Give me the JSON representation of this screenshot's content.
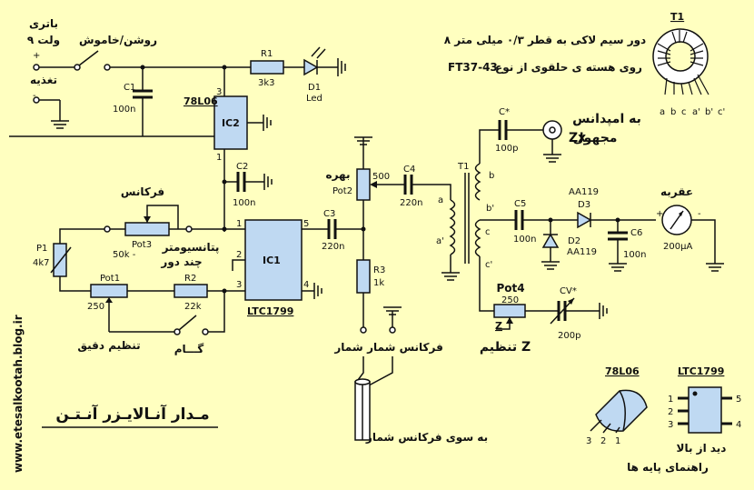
{
  "battery": {
    "line1": "باتری",
    "line2": "۹ ولت",
    "plus": "+",
    "minus": "-",
    "supply": "تغذیه"
  },
  "switch_power": "روشن/خاموش",
  "c1": {
    "name": "C1",
    "value": "100n"
  },
  "r1": {
    "name": "R1",
    "value": "3k3"
  },
  "d1": {
    "name": "D1",
    "type": "Led"
  },
  "ic2": {
    "name": "IC2",
    "part": "78L06",
    "pin3": "3",
    "pin1": "1"
  },
  "c2": {
    "name": "C2",
    "value": "100n"
  },
  "frequency_label": "فرکانس",
  "pot3": {
    "name": "Pot3",
    "value": "50k -"
  },
  "multiturn": {
    "line1": "پتانسیومتر",
    "line2": "چند دور"
  },
  "p1": {
    "name": "P1",
    "value": "4k7"
  },
  "ic1": {
    "name": "IC1",
    "part": "LTC1799",
    "pin1": "1",
    "pin2": "2",
    "pin3": "3",
    "pin4": "4",
    "pin5": "5"
  },
  "pot1": {
    "name": "Pot1",
    "value": "250"
  },
  "r2": {
    "name": "R2",
    "value": "22k"
  },
  "fine_tune": "تنظیم دقیق",
  "step": "گـــام",
  "gain": "بهره",
  "pot2": {
    "name": "Pot2",
    "value": "500"
  },
  "c3": {
    "name": "C3",
    "value": "220n"
  },
  "c4": {
    "name": "C4",
    "value": "220n"
  },
  "r3": {
    "name": "R3",
    "value": "1k"
  },
  "counter": {
    "left": "شمار",
    "right": "فرکانس شمار",
    "to": "به سوی فرکانس شمار"
  },
  "t1_label": "T1",
  "winding": {
    "line1": "۸ دور سیم لاکی به قطر ۰/۳ میلی متر",
    "line2": "روی هسته ی حلقوی از نوع",
    "core": "FT37-43"
  },
  "toroid_terminals": [
    "a",
    "b",
    "c",
    "a'",
    "b'",
    "c'"
  ],
  "cstar": {
    "name": "C*",
    "value": "100p"
  },
  "zx": {
    "line1": "به امپدانس",
    "line2": "مجهول",
    "name": "Zx"
  },
  "coil": {
    "a": "a",
    "a2": "a'",
    "b": "b",
    "b2": "b'",
    "c": "c",
    "c2": "c'",
    "t1": "T1"
  },
  "c5": {
    "name": "C5",
    "value": "100n"
  },
  "d3": {
    "name": "D3",
    "type": "AA119"
  },
  "d2": {
    "name": "D2",
    "type": "AA119"
  },
  "c6": {
    "name": "C6",
    "value": "100n"
  },
  "meter": {
    "title": "عقربه",
    "value": "200µA",
    "plus": "+",
    "minus": "-"
  },
  "pot4": {
    "name": "Pot4",
    "value": "250",
    "z": "Z"
  },
  "cv": {
    "name": "CV*",
    "value": "200p"
  },
  "z_adjust": "تنظیم Z",
  "pinout": {
    "part_a": "78L06",
    "part_b": "LTC1799",
    "pins_a": [
      "3",
      "2",
      "1"
    ],
    "pins_b_left": [
      "1",
      "2",
      "3"
    ],
    "pins_b_right": [
      "5",
      "4"
    ],
    "top_view": "دید از بالا",
    "guide": "راهنمای پایه ها"
  },
  "website": "www.etesalkootah.blog.ir",
  "title": "مـدار آنـالایـزر آنـتـن"
}
